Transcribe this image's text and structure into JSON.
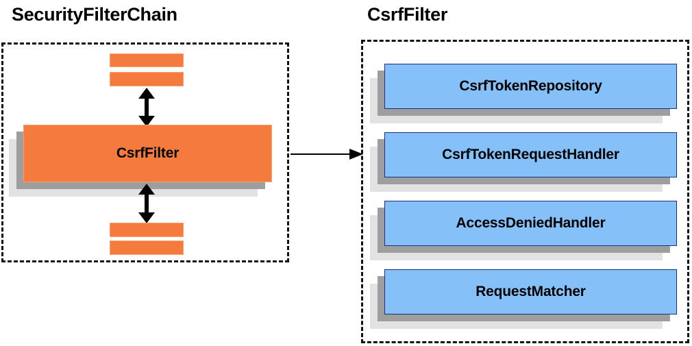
{
  "diagram": {
    "type": "component-relationship",
    "title_left": "SecurityFilterChain",
    "title_right": "CsrfFilter",
    "colors": {
      "filter_orange": "#F47B3D",
      "collaborator_blue": "#85C0F9",
      "blue_border": "#14307E",
      "shadow_mid": "#9E9E9E",
      "shadow_back": "#E2E2E2",
      "panel_border": "#111111",
      "text": "#000000"
    }
  },
  "left_panel": {
    "title": "SecurityFilterChain",
    "filters_above": [
      {
        "label": ""
      },
      {
        "label": ""
      }
    ],
    "highlighted_filter": {
      "label": "CsrfFilter"
    },
    "filters_below": [
      {
        "label": ""
      },
      {
        "label": ""
      }
    ],
    "arrow_above": "double-headed-vertical-arrow",
    "arrow_below": "double-headed-vertical-arrow"
  },
  "connector": {
    "label": "",
    "direction": "left-to-right",
    "from": "CsrfFilter",
    "to": "CsrfFilter collaborators"
  },
  "right_panel": {
    "title": "CsrfFilter",
    "collaborators": [
      {
        "label": "CsrfTokenRepository"
      },
      {
        "label": "CsrfTokenRequestHandler"
      },
      {
        "label": "AccessDeniedHandler"
      },
      {
        "label": "RequestMatcher"
      }
    ]
  }
}
